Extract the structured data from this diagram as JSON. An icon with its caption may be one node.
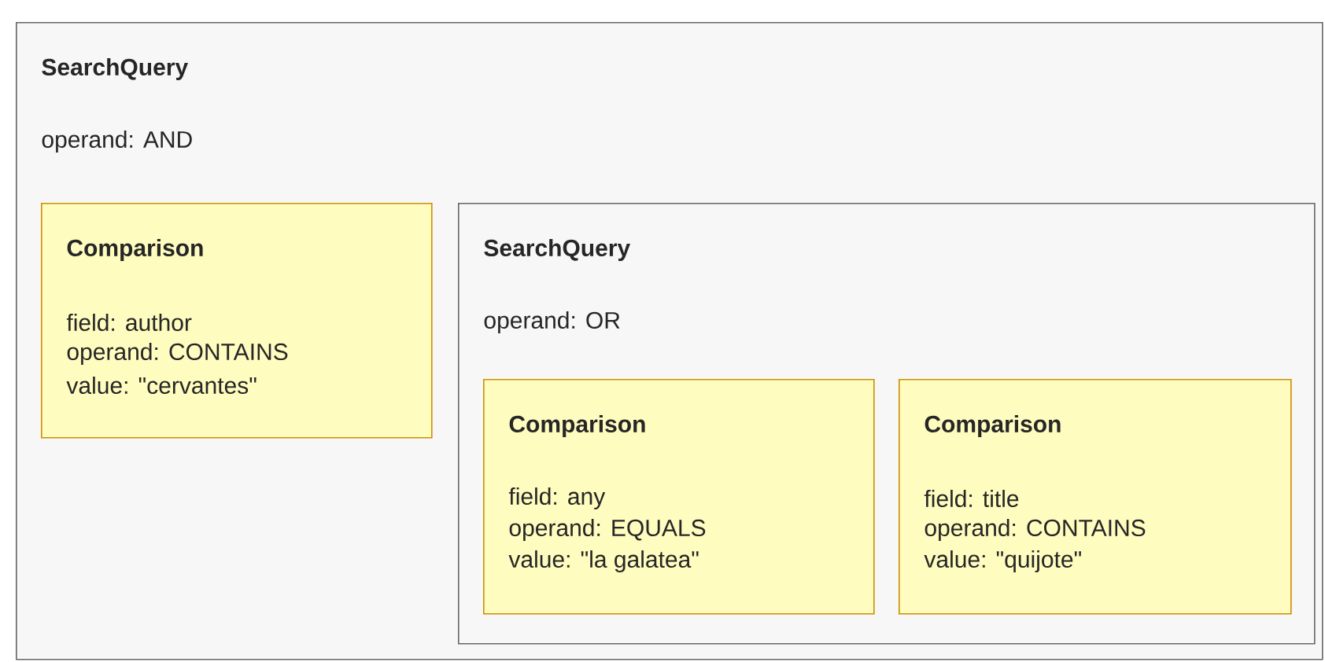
{
  "diagram": {
    "nodes": [
      {
        "text": [
          "SearchQuery",
          "operand: AND"
        ]
      },
      {
        "text": [
          "Comparison",
          "field: author",
          "operand: CONTAINS",
          "value: \"cervantes\""
        ],
        "in": 0
      },
      {
        "text": [
          "SearchQuery",
          "operand: OR"
        ],
        "in": 0
      },
      {
        "text": [
          "Comparison",
          "field: any",
          "operand: EQUALS",
          "value: \"la galatea\""
        ],
        "in": 2
      },
      {
        "text": [
          "Comparison",
          "field: title",
          "operand: CONTAINS",
          "value: \"quijote\""
        ],
        "in": 2
      }
    ]
  }
}
